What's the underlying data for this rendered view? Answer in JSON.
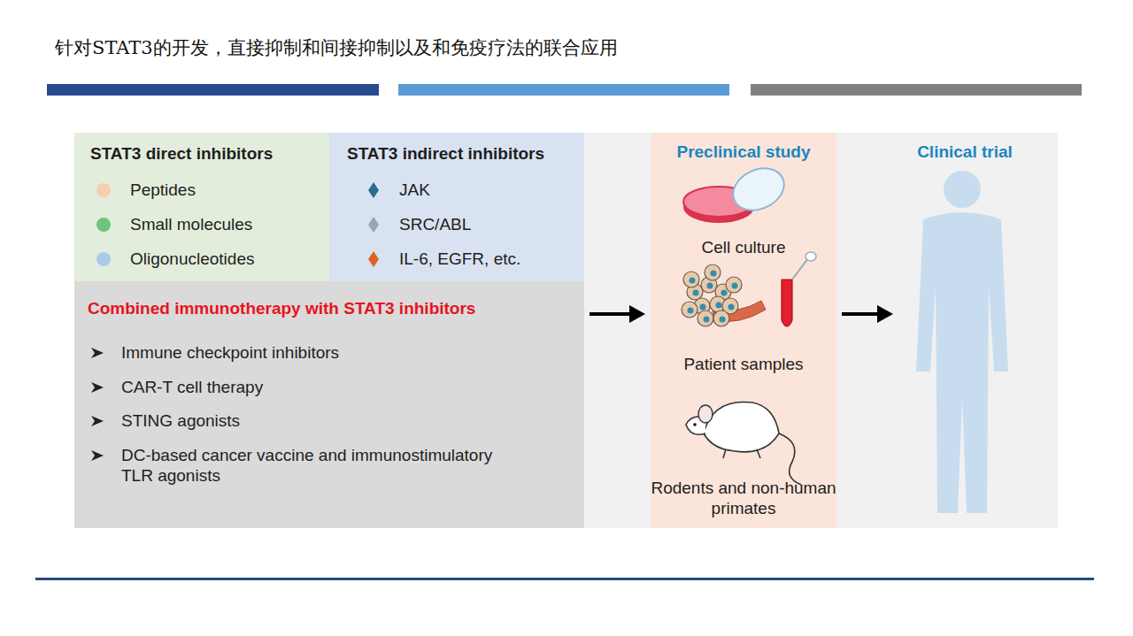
{
  "diagram": {
    "title": "针对STAT3的开发，直接抑制和间接抑制以及和免疫疗法的联合应用",
    "nodes": [
      {
        "text": [
          "STAT3 direct inhibitors",
          "Peptides",
          "Small molecules",
          "Oligonucleotides"
        ]
      },
      {
        "text": [
          "STAT3 indirect inhibitors",
          "JAK",
          "SRC/ABL",
          "IL-6, EGFR, etc."
        ]
      },
      {
        "text": [
          "Combined immunotherapy with STAT3 inhibitors",
          "Immune checkpoint inhibitors",
          "CAR-T cell therapy",
          "STING agonists",
          "DC-based cancer vaccine and immunostimulatory TLR agonists"
        ]
      },
      {
        "text": [
          "Preclinical study",
          "Cell culture",
          "Patient samples",
          "Rodents and non-human primates"
        ]
      },
      {
        "text": [
          "Clinical trial"
        ]
      }
    ],
    "edges": [
      {
        "from": 2,
        "to": 3,
        "arrow": "to"
      },
      {
        "from": 3,
        "to": 4,
        "arrow": "to"
      }
    ]
  }
}
